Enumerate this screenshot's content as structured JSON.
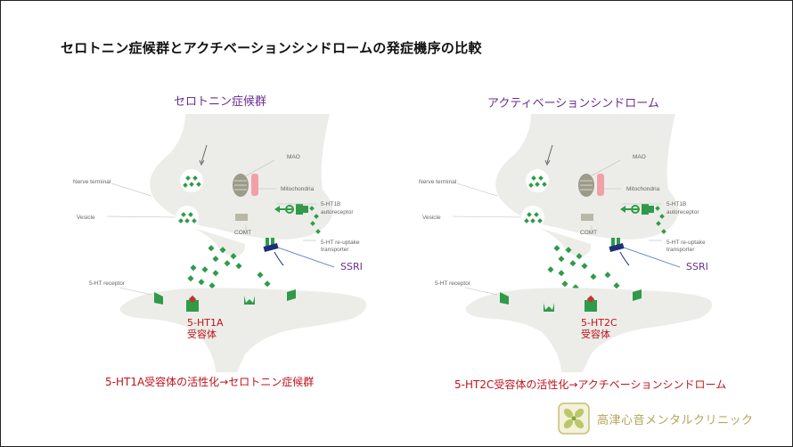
{
  "title": "セロトニン症候群とアクチベーションシンドロームの発症機序の比較",
  "left_panel": {
    "title": "セロトニン症候群",
    "labels": {
      "nerve_terminal": "Nerve terminal",
      "vesicle": "Vesicle",
      "mao": "MAO",
      "mitochondria": "Mitochondria",
      "autoreceptor_1": "5-HT1B",
      "autoreceptor_2": "autoreceptor",
      "comt": "COMT",
      "reuptake_1": "5-HT re-uptake",
      "reuptake_2": "transporter",
      "receptor": "5-HT receptor"
    },
    "ssri": "SSRI",
    "receptor_line1": "5-HT1A",
    "receptor_line2": "受容体",
    "caption": "5-HT1A受容体の活性化→セロトニン症候群"
  },
  "right_panel": {
    "title": "アクティベーションシンドローム",
    "labels": {
      "nerve_terminal": "Nerve terminal",
      "vesicle": "Vesicle",
      "mao": "MAO",
      "mitochondria": "Mitochondria",
      "autoreceptor_1": "5-HT1B",
      "autoreceptor_2": "autoreceptor",
      "comt": "COMT",
      "reuptake_1": "5-HT re-uptake",
      "reuptake_2": "transporter",
      "receptor": "5-HT receptor"
    },
    "ssri": "SSRI",
    "receptor_line1": "5-HT2C",
    "receptor_line2": "受容体",
    "caption": "5-HT2C受容体の活性化→アクチベーションシンドローム"
  },
  "logo": {
    "text": "高津心音メンタルクリニック",
    "icon": "clover-logo-icon"
  },
  "colors": {
    "title_purple": "#6b2f8f",
    "accent_red": "#c0121b",
    "serotonin_green": "#2f9b4a",
    "transporter_navy": "#1f2f7a",
    "mitochondria_pink": "#f2a0a8",
    "logo_gold": "#b5a55a"
  }
}
